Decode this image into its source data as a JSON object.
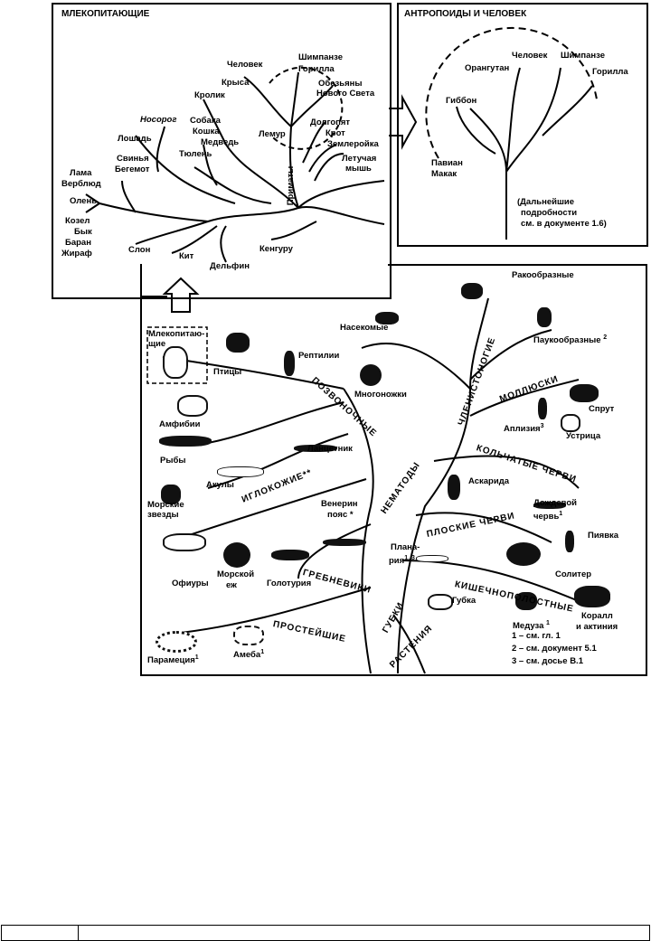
{
  "mammals": {
    "title": "МЛЕКОПИТАЮЩИЕ",
    "labels": {
      "human": "Человек",
      "chimp": "Шимпанзе",
      "gorilla": "Горилла",
      "rat": "Крыса",
      "nw1": "Обезьяны",
      "nw2": "Нового Света",
      "rabbit": "Кролик",
      "rhino": "Носорог",
      "dog": "Собака",
      "cat": "Кошка",
      "bear": "Медведь",
      "lemur": "Лемур",
      "tarsier": "Долгопят",
      "mole": "Крот",
      "shrew": "Землеройка",
      "horse": "Лошадь",
      "seal": "Тюлень",
      "pig": "Свинья",
      "hippo": "Бегемот",
      "bat1": "Летучая",
      "bat2": "мышь",
      "primates": "Приматы",
      "llama": "Лама",
      "camel": "Верблюд",
      "deer": "Олень",
      "goat": "Козел",
      "bull": "Бык",
      "ram": "Баран",
      "giraffe": "Жираф",
      "elephant": "Слон",
      "whale": "Кит",
      "dolphin": "Дельфин",
      "kangaroo": "Кенгуру"
    }
  },
  "anthropoids": {
    "title": "АНТРОПОИДЫ И ЧЕЛОВЕК",
    "labels": {
      "human": "Человек",
      "chimp": "Шимпанзе",
      "orangutan": "Орангутан",
      "gorilla": "Горилла",
      "gibbon": "Гиббон",
      "baboon": "Павиан",
      "macaque": "Макак",
      "note1": "(Дальнейшие",
      "note2": "подробности",
      "note3": "см. в документе 1.6)"
    }
  },
  "tree": {
    "labels": {
      "crustaceans": "Ракообразные",
      "insects": "Насекомые",
      "arachnids": "Паукообразные",
      "arachnids_sup": "2",
      "mammals1": "Млекопитаю-",
      "mammals2": "щие",
      "birds": "Птицы",
      "reptiles": "Рептилии",
      "myriapods": "Многоножки",
      "amphibians": "Амфибии",
      "octopus": "Спрут",
      "aplysia": "Аплизия",
      "aplysia_sup": "3",
      "oyster": "Устрица",
      "fish": "Рыбы",
      "lancelet": "Ланцетник",
      "sharks": "Акулы",
      "starfish1": "Морские",
      "starfish2": "звезды",
      "ascaris": "Аскарида",
      "venus1": "Венерин",
      "venus2": "пояс *",
      "earthworm1": "Дождевой",
      "earthworm2": "червь",
      "earthworm_sup": "1",
      "leech": "Пиявка",
      "urchin1": "Морской",
      "urchin2": "еж",
      "ophiuroids": "Офиуры",
      "holothuria": "Голотурия",
      "tapeworm": "Солитер",
      "planaria1": "Плана-",
      "planaria2": "рия",
      "planaria_sup": "1, 3",
      "sponge": "Губка",
      "jellyfish": "Медуза",
      "jellyfish_sup": "1",
      "coral1": "Коралл",
      "coral2": "и актиния",
      "paramecium": "Парамеция",
      "paramecium_sup": "1",
      "amoeba": "Амеба",
      "amoeba_sup": "1"
    },
    "groups": {
      "arthropods": "ЧЛЕНИСТОНОГИЕ",
      "molluscs": "МОЛЛЮСКИ",
      "vertebrates": "ПОЗВОНОЧНЫЕ",
      "annelids": "КОЛЬЧАТЫЕ ЧЕРВИ",
      "echinoderms": "ИГЛОКОЖИЕ**",
      "nematodes": "НЕМАТОДЫ",
      "flatworms": "ПЛОСКИЕ ЧЕРВИ",
      "ctenophores": "ГРЕБНЕВИКИ",
      "coelenterates": "КИШЕЧНОПОЛОСТНЫЕ",
      "protozoa": "ПРОСТЕЙШИЕ",
      "sponges": "ГУБКИ",
      "plants": "РАСТЕНИЯ"
    },
    "legend": [
      "1 – см. гл. 1",
      "2 – см. документ 5.1",
      "3 – см. досье В.1"
    ]
  }
}
